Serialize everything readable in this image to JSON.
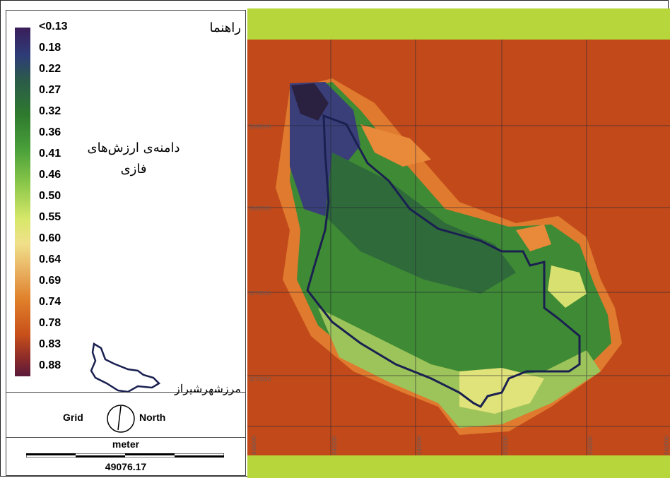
{
  "legend": {
    "title": "راهنما",
    "range_label_line1": "دامنه‌ی ارزش‌های",
    "range_label_line2": "فازی",
    "ticks": [
      "<0.13",
      "0.18",
      "0.22",
      "0.27",
      "0.32",
      "0.36",
      "0.41",
      "0.46",
      "0.50",
      "0.55",
      "0.60",
      "0.64",
      "0.69",
      "0.74",
      "0.78",
      "0.83",
      "0.88"
    ],
    "border_label": "مرزشهرشیراز"
  },
  "north_arrow": {
    "left_label": "Grid",
    "right_label": "North"
  },
  "scale_bar": {
    "unit": "meter",
    "value": "49076.17"
  },
  "map": {
    "y_grid_labels": [
      "3288000",
      "3282000",
      "3276000",
      "3270000"
    ],
    "x_grid_labels": [
      "638000",
      "642000",
      "646000",
      "650000",
      "654000",
      "660000"
    ]
  },
  "colors": {
    "background_raster": "#c24a1a",
    "frame_green": "#b7d63c",
    "boundary": "#1a2050"
  }
}
